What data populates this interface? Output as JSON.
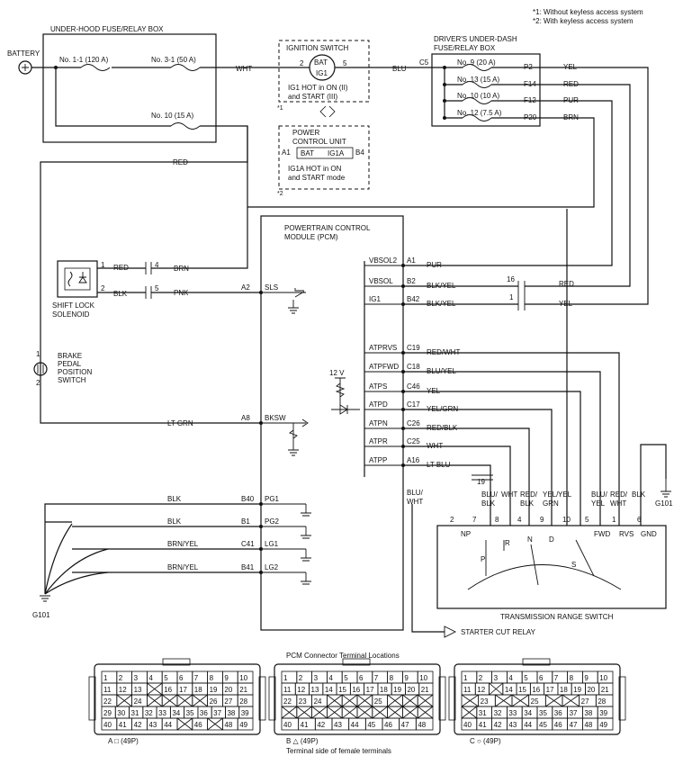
{
  "notes": {
    "n1": "*1: Without keyless access system",
    "n2": "*2: With keyless access system"
  },
  "underhood": {
    "title": "UNDER-HOOD FUSE/RELAY BOX",
    "fuse_a": "No. 1-1 (120 A)",
    "fuse_b": "No. 3-1 (50 A)",
    "fuse_c": "No. 10 (15 A)"
  },
  "battery": {
    "label": "BATTERY"
  },
  "ignition": {
    "title": "IGNITION SWITCH",
    "pin_in": "2",
    "pin_out": "5",
    "bat": "BAT",
    "ig1": "IG1",
    "note1": "IG1 HOT in ON (II)",
    "note2": "and START (III)",
    "mark": "*1"
  },
  "pcu": {
    "title1": "POWER",
    "title2": "CONTROL UNIT",
    "a1": "A1",
    "bat": "BAT",
    "ig1a": "IG1A",
    "b4": "B4",
    "note1": "IG1A HOT in ON",
    "note2": "and START mode",
    "mark": "*2"
  },
  "underdash": {
    "title1": "DRIVER'S UNDER-DASH",
    "title2": "FUSE/RELAY BOX",
    "connector": "C5",
    "fuses": [
      "No. 9 (20 A)",
      "No. 13 (15 A)",
      "No. 10 (10 A)",
      "No. 12 (7.5 A)"
    ],
    "pins": [
      "P2",
      "F14",
      "F12",
      "P20"
    ],
    "wires": [
      "YEL",
      "RED",
      "PUR",
      "BRN"
    ]
  },
  "wires": {
    "wht": "WHT",
    "blu": "BLU",
    "red": "RED",
    "brn": "BRN",
    "pnk": "PNK",
    "ltgrn": "LT GRN",
    "pur": "PUR",
    "blkyel": "BLK/YEL",
    "blk": "BLK",
    "brnyel": "BRN/YEL",
    "red2": "RED",
    "yel": "YEL",
    "ltblu": "LT BLU",
    "bluwht1": "BLU/",
    "bluwht2": "WHT"
  },
  "solenoid": {
    "label1": "SHIFT LOCK",
    "label2": "SOLENOID",
    "pin1": "1",
    "pin2": "2",
    "wire1": "RED",
    "wire2": "BLK",
    "conn1": "4",
    "conn2": "5"
  },
  "brake": {
    "label1": "BRAKE",
    "label2": "PEDAL",
    "label3": "POSITION",
    "label4": "SWITCH",
    "pin1": "1",
    "pin2": "2"
  },
  "pcm": {
    "title1": "POWERTRAIN CONTROL",
    "title2": "MODULE (PCM)",
    "left_pins": [
      {
        "pin": "A2",
        "sig": "SLS"
      },
      {
        "pin": "A8",
        "sig": "BKSW"
      },
      {
        "pin": "B40",
        "sig": "PG1"
      },
      {
        "pin": "B1",
        "sig": "PG2"
      },
      {
        "pin": "C41",
        "sig": "LG1"
      },
      {
        "pin": "B41",
        "sig": "LG2"
      }
    ],
    "right_pins": [
      {
        "sig": "VBSOL2",
        "pin": "A1"
      },
      {
        "sig": "VBSOL",
        "pin": "B2"
      },
      {
        "sig": "IG1",
        "pin": "B42"
      },
      {
        "sig": "ATPRVS",
        "pin": "C19"
      },
      {
        "sig": "ATPFWD",
        "pin": "C18"
      },
      {
        "sig": "ATPS",
        "pin": "C46"
      },
      {
        "sig": "ATPD",
        "pin": "C17"
      },
      {
        "sig": "ATPN",
        "pin": "C26"
      },
      {
        "sig": "ATPR",
        "pin": "C25"
      },
      {
        "sig": "ATPP",
        "pin": "A16"
      }
    ],
    "right_wires": [
      "PUR",
      "BLK/YEL",
      "BLK/YEL",
      "RED/WHT",
      "BLU/YEL",
      "YEL",
      "YEL/GRN",
      "RED/BLK",
      "WHT",
      "LT BLU"
    ],
    "v12": "12 V",
    "c16": "16",
    "c1": "1",
    "c19": "19"
  },
  "trs": {
    "title": "TRANSMISSION RANGE SWITCH",
    "wire_labels": [
      {
        "l1": "BLU/",
        "l2": "BLK"
      },
      {
        "l1": "WHT",
        "l2": ""
      },
      {
        "l1": "RED/",
        "l2": "BLK"
      },
      {
        "l1": "YEL/",
        "l2": "GRN"
      },
      {
        "l1": "YEL",
        "l2": ""
      },
      {
        "l1": "BLU/",
        "l2": "YEL"
      },
      {
        "l1": "RED/",
        "l2": "WHT"
      },
      {
        "l1": "BLK",
        "l2": ""
      }
    ],
    "pins": [
      "2",
      "7",
      "8",
      "4",
      "9",
      "10",
      "5",
      "1",
      "6"
    ],
    "positions": [
      "NP",
      "R",
      "N",
      "D",
      "FWD",
      "RVS",
      "GND",
      "P",
      "S"
    ],
    "ground": "G101"
  },
  "starter": {
    "label": "STARTER CUT RELAY"
  },
  "ground_left": {
    "label": "G101"
  },
  "connectors": {
    "title": "PCM Connector Terminal Locations",
    "a_label": "A □ (49P)",
    "b_label": "B △ (49P)",
    "c_label": "C ○ (49P)",
    "footer": "Terminal side of female terminals",
    "a_rows": [
      [
        "1",
        "2",
        "3",
        "4",
        "5",
        "6",
        "7",
        "8",
        "9",
        "10"
      ],
      [
        "11",
        "12",
        "13",
        "",
        "16",
        "17",
        "18",
        "19",
        "20",
        "21"
      ],
      [
        "22",
        "",
        "24",
        "",
        "",
        "",
        "",
        "26",
        "27",
        "28"
      ],
      [
        "29",
        "30",
        "31",
        "32",
        "33",
        "34",
        "35",
        "36",
        "37",
        "38",
        "39"
      ],
      [
        "40",
        "41",
        "42",
        "43",
        "44",
        "",
        "46",
        "",
        "48",
        "49"
      ]
    ],
    "b_rows": [
      [
        "1",
        "2",
        "3",
        "4",
        "5",
        "6",
        "7",
        "8",
        "9",
        "10"
      ],
      [
        "11",
        "12",
        "13",
        "14",
        "15",
        "16",
        "17",
        "18",
        "19",
        "20",
        "21"
      ],
      [
        "22",
        "23",
        "24",
        "",
        "",
        "",
        "25",
        "",
        "",
        ""
      ],
      [
        "",
        "",
        "",
        "",
        "",
        "",
        "",
        "",
        "",
        ""
      ],
      [
        "40",
        "41",
        "42",
        "43",
        "44",
        "45",
        "46",
        "47",
        "48"
      ]
    ],
    "c_rows": [
      [
        "1",
        "2",
        "3",
        "4",
        "5",
        "6",
        "7",
        "8",
        "9",
        "10"
      ],
      [
        "11",
        "12",
        "",
        "14",
        "15",
        "16",
        "17",
        "18",
        "19",
        "20",
        "21"
      ],
      [
        "",
        "23",
        "",
        "",
        "25",
        "",
        "",
        "27",
        "28"
      ],
      [
        "",
        "31",
        "32",
        "33",
        "34",
        "35",
        "36",
        "37",
        "38",
        "39"
      ],
      [
        "40",
        "41",
        "42",
        "43",
        "44",
        "45",
        "46",
        "47",
        "48",
        "49"
      ]
    ]
  }
}
